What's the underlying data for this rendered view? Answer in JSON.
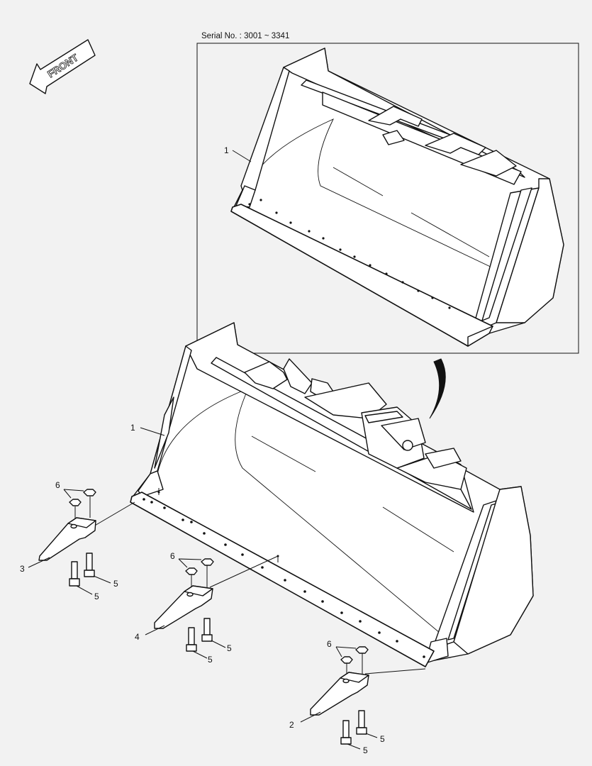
{
  "serial_label": "Serial No. : 3001 ~ 3341",
  "front_label": "FRONT",
  "callouts": {
    "inset_bucket": "1",
    "main_bucket": "1",
    "tooth_left": "3",
    "tooth_center": "4",
    "tooth_right": "2",
    "nut_left": "6",
    "nut_center": "6",
    "nut_right": "6",
    "bolt_left_a": "5",
    "bolt_left_b": "5",
    "bolt_center_a": "5",
    "bolt_center_b": "5",
    "bolt_right_a": "5",
    "bolt_right_b": "5"
  }
}
